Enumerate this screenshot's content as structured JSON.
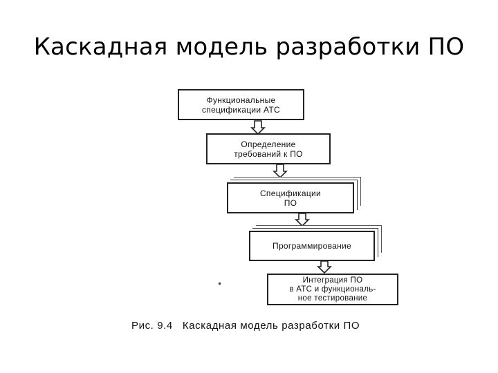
{
  "slide": {
    "title": "Каскадная модель разработки ПО"
  },
  "diagram": {
    "boxes": [
      {
        "id": "functional-specs",
        "lines": [
          "Функциональные",
          "спецификации АТС"
        ]
      },
      {
        "id": "requirements",
        "lines": [
          "Определение",
          "требований к ПО"
        ]
      },
      {
        "id": "software-specs",
        "lines": [
          "Спецификации",
          "ПО"
        ]
      },
      {
        "id": "programming",
        "lines": [
          "Программирование"
        ]
      },
      {
        "id": "integration",
        "lines": [
          "Интеграция ПО",
          "в АТС и функциональ-",
          "ное тестирование"
        ]
      }
    ],
    "caption": {
      "number": "Рис. 9.4",
      "text": "Каскадная модель разработки ПО"
    },
    "colors": {
      "ink": "#111111",
      "background": "#ffffff"
    }
  }
}
